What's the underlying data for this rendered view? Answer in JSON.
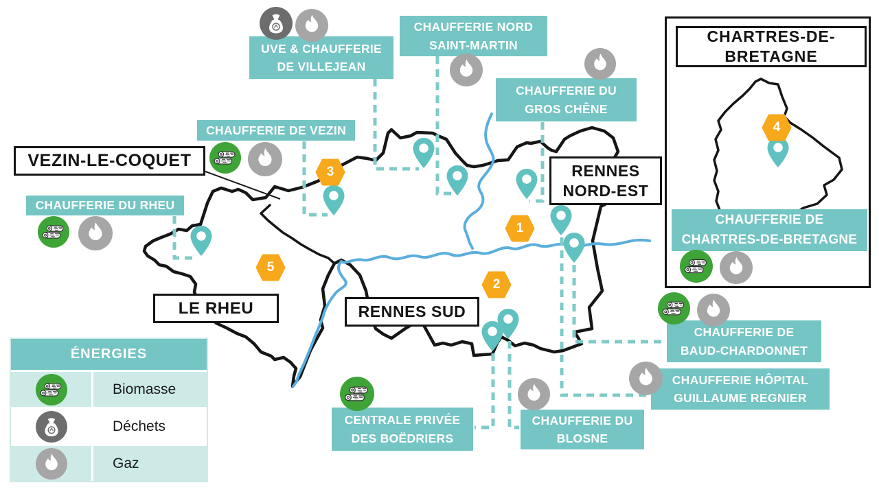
{
  "areas": {
    "vezin_le_coquet": "VEZIN-LE-COQUET",
    "rennes_nord_est": "RENNES\nNORD-EST",
    "le_rheu": "LE RHEU",
    "rennes_sud": "RENNES SUD"
  },
  "inset": {
    "title": "CHARTRES-DE-\nBRETAGNE",
    "plant": {
      "name": "CHAUFFERIE DE\nCHARTRES-DE-BRETAGNE",
      "marker_number": "4",
      "energies": [
        "Biomasse",
        "Gaz"
      ]
    }
  },
  "plants": {
    "villejean": {
      "name": "UVE & CHAUFFERIE\nDE VILLEJEAN",
      "energies": [
        "Déchets",
        "Gaz"
      ]
    },
    "nord_saint_martin": {
      "name": "CHAUFFERIE NORD\nSAINT-MARTIN",
      "energies": [
        "Gaz"
      ]
    },
    "gros_chene": {
      "name": "CHAUFFERIE DU\nGROS CHÊNE",
      "energies": [
        "Gaz"
      ]
    },
    "vezin": {
      "name": "CHAUFFERIE DE VEZIN",
      "energies": [
        "Biomasse",
        "Gaz"
      ]
    },
    "rheu": {
      "name": "CHAUFFERIE DU RHEU",
      "energies": [
        "Biomasse",
        "Gaz"
      ]
    },
    "boedriers": {
      "name": "CENTRALE PRIVÉE\nDES BOËDRIERS",
      "energies": [
        "Biomasse"
      ]
    },
    "blosne": {
      "name": "CHAUFFERIE DU\nBLOSNE",
      "energies": [
        "Gaz"
      ]
    },
    "baud_chardonnet": {
      "name": "CHAUFFERIE DE\nBAUD-CHARDONNET",
      "energies": [
        "Biomasse",
        "Gaz"
      ]
    },
    "hopital": {
      "name": "CHAUFFERIE HÔPITAL\nGUILLAUME REGNIER",
      "energies": [
        "Gaz"
      ]
    }
  },
  "marker_numbers": [
    "1",
    "2",
    "3",
    "4",
    "5"
  ],
  "legend": {
    "header": "ÉNERGIES",
    "items": [
      {
        "icon": "biomass-logs-icon",
        "label": "Biomasse"
      },
      {
        "icon": "waste-bag-icon",
        "label": "Déchets"
      },
      {
        "icon": "flame-icon",
        "label": "Gaz"
      }
    ]
  },
  "colors": {
    "teal_label": "#74C5C3",
    "teal_light_row": "#CDEAE7",
    "dash_line": "#7FCBC8",
    "pin": "#5FC1C0",
    "marker_orange": "#F7A81B",
    "biomass_green": "#3EA437",
    "waste_gray": "#6D6D6D",
    "gas_gray": "#A6A6A6",
    "river_blue": "#5AAEDD",
    "boundary_black": "#161616"
  }
}
